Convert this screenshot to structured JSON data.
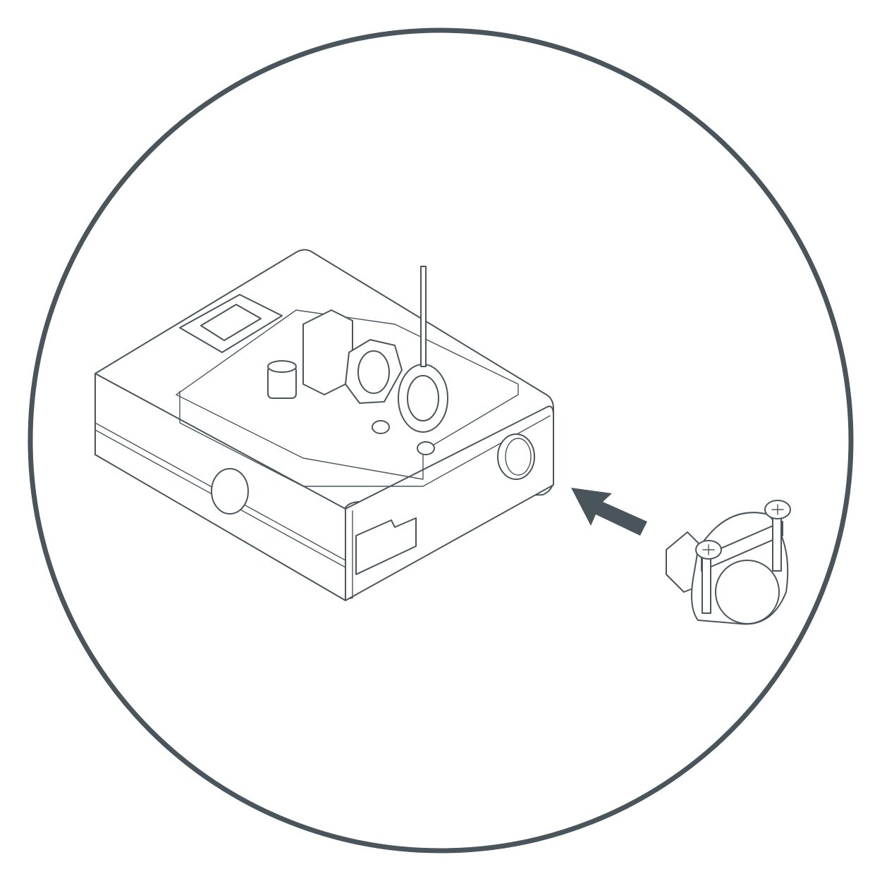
{
  "colors": {
    "line": "#4a555b",
    "background": "#ffffff",
    "arrow": "#4a555b"
  },
  "parts": {
    "enclosure": "junction-box",
    "fitting": "cable-clamp-connector",
    "direction": "arrow-insert"
  }
}
